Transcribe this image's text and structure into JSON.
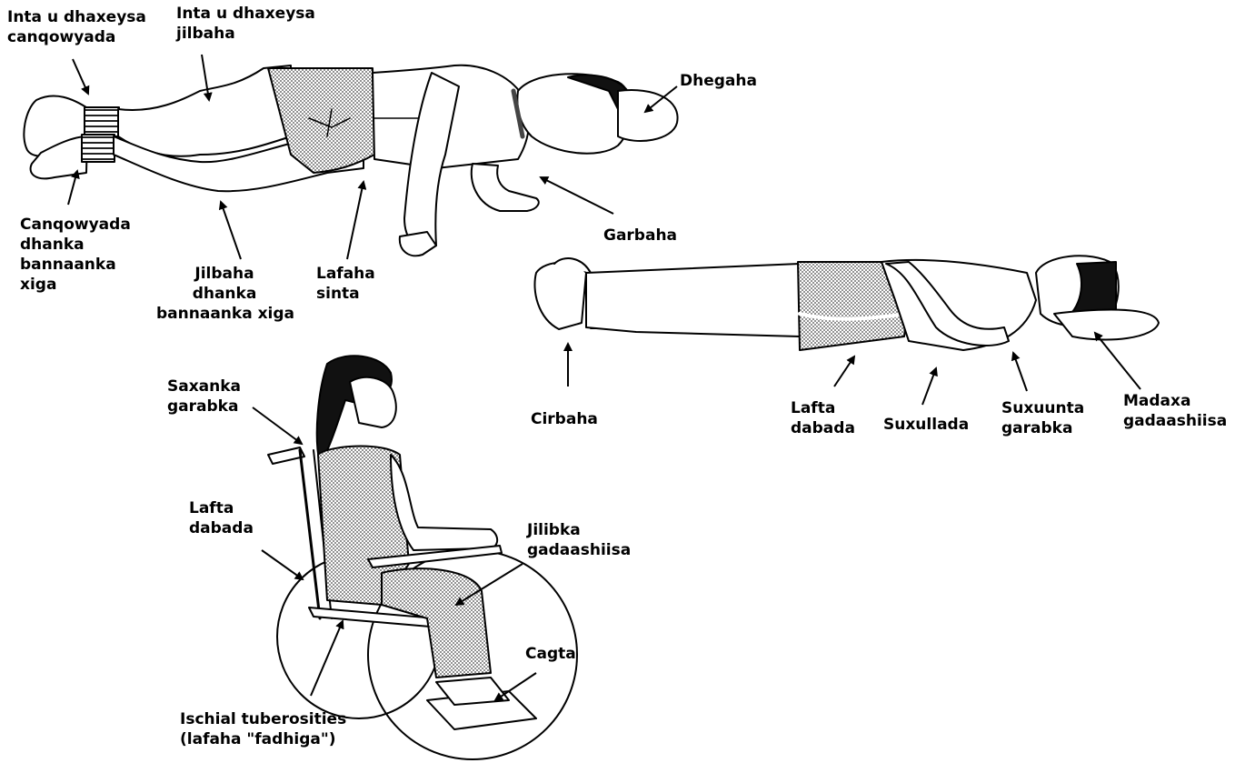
{
  "labels": {
    "side_lying": {
      "inner_ankles": [
        "Inta u dhaxeysa",
        "canqowyada"
      ],
      "inner_knees": [
        "Inta u dhaxeysa",
        "jilbaha"
      ],
      "ear": [
        "Dhegaha"
      ],
      "ankle_outer": [
        "Canqowyada",
        "dhanka",
        "bannaanka",
        "xiga"
      ],
      "knee_outer": [
        "Jilbaha",
        "dhanka",
        "bannaanka xiga"
      ],
      "hip": [
        "Lafaha",
        "sinta"
      ],
      "stomach": [
        "Garbaha"
      ]
    },
    "back_lying": {
      "heel": [
        "Cirbaha"
      ],
      "tailbone": [
        "Lafta",
        "dabada"
      ],
      "elbows": [
        "Suxullada"
      ],
      "shoulder_blade": [
        "Suxuunta",
        "garabka"
      ],
      "head_back": [
        "Madaxa",
        "gadaashiisa"
      ]
    },
    "sitting": {
      "shoulder_blade": [
        "Saxanka",
        "garabka"
      ],
      "tailbone": [
        "Lafta",
        "dabada"
      ],
      "back_of_knee": [
        "Jilibka",
        "gadaashiisa"
      ],
      "feet": [
        "Cagta"
      ],
      "ischial": [
        "Ischial tuberosities",
        "(lafaha \"fadhiga\")"
      ]
    }
  },
  "colors": {
    "ink": "#000000",
    "shading": "#7a7a7a",
    "background": "#ffffff"
  }
}
